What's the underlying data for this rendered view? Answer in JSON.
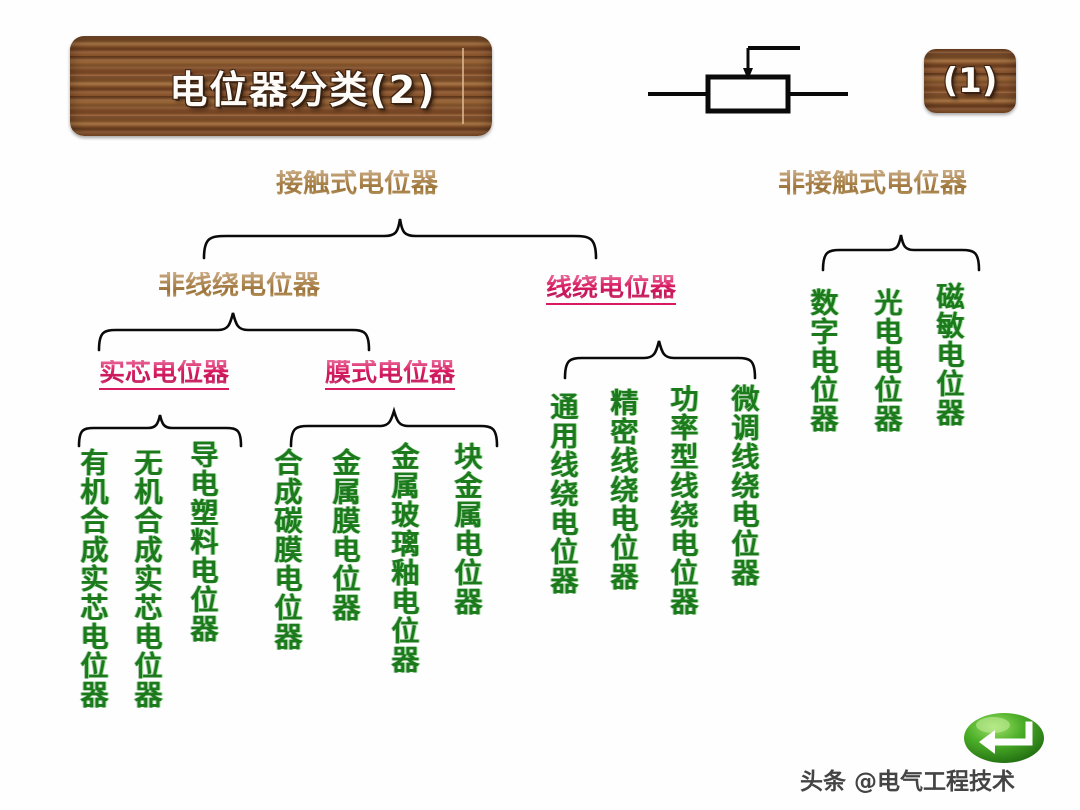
{
  "page": {
    "title": "电位器分类(2)",
    "page_label": "(1)",
    "watermark": "头条 @电气工程技术"
  },
  "colors": {
    "brown_text": "#b08a55",
    "magenta_text": "#d81b60",
    "green_text": "#1c7a1c",
    "plaque_wood": "#7b4724",
    "back_button_green": "#3a9a22",
    "brace_stroke": "#0a0a0a"
  },
  "icons": {
    "potentiometer_symbol": "potentiometer-symbol",
    "back_arrow": "return-arrow-icon"
  },
  "tree": {
    "roots": [
      {
        "label": "接触式电位器",
        "style": "brown"
      },
      {
        "label": "非接触式电位器",
        "style": "brown"
      }
    ],
    "level2": [
      {
        "label": "非线绕电位器",
        "style": "brown"
      },
      {
        "label": "线绕电位器",
        "style": "magenta"
      }
    ],
    "level3": [
      {
        "label": "实芯电位器",
        "style": "magenta"
      },
      {
        "label": "膜式电位器",
        "style": "magenta"
      }
    ],
    "groups": {
      "solid_core": [
        "有机合成实芯电位器",
        "无机合成实芯电位器",
        "导电塑料电位器"
      ],
      "film_type": [
        "合成碳膜电位器",
        "金属膜电位器",
        "金属玻璃釉电位器",
        "块金属电位器"
      ],
      "wirewound": [
        "通用线绕电位器",
        "精密线绕电位器",
        "功率型线绕电位器",
        "微调线绕电位器"
      ],
      "non_contact": [
        "数字电位器",
        "光电电位器",
        "磁敏电位器"
      ]
    }
  }
}
